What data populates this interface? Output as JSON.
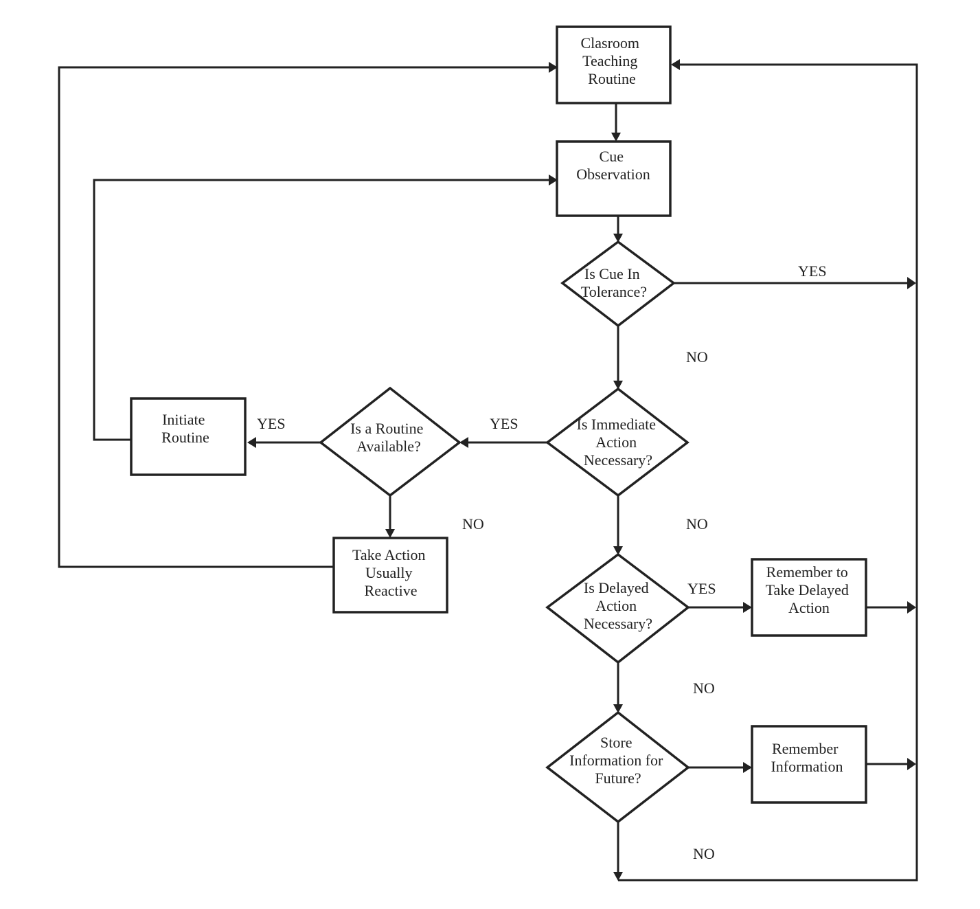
{
  "nodes": {
    "classroom_teaching_routine": {
      "lines": [
        "Clasroom",
        "Teaching",
        "Routine"
      ]
    },
    "cue_observation": {
      "lines": [
        "Cue",
        "Observation"
      ]
    },
    "is_cue_in_tolerance": {
      "lines": [
        "Is Cue In",
        "Tolerance?"
      ]
    },
    "is_immediate_action_necessary": {
      "lines": [
        "Is Immediate",
        "Action",
        "Necessary?"
      ]
    },
    "is_routine_available": {
      "lines": [
        "Is a Routine",
        "Available?"
      ]
    },
    "initiate_routine": {
      "lines": [
        "Initiate",
        "Routine"
      ]
    },
    "take_action_usually_reactive": {
      "lines": [
        "Take Action",
        "Usually",
        "Reactive"
      ]
    },
    "is_delayed_action_necessary": {
      "lines": [
        "Is Delayed",
        "Action",
        "Necessary?"
      ]
    },
    "remember_to_take_delayed_action": {
      "lines": [
        "Remember to",
        "Take Delayed",
        "Action"
      ]
    },
    "store_information_for_future": {
      "lines": [
        "Store",
        "Information for",
        "Future?"
      ]
    },
    "remember_information": {
      "lines": [
        "Remember",
        "Information"
      ]
    }
  },
  "edge_labels": {
    "tolerance_yes": "YES",
    "tolerance_no": "NO",
    "immediate_yes": "YES",
    "immediate_no": "NO",
    "routine_yes": "YES",
    "routine_no": "NO",
    "delayed_yes": "YES",
    "delayed_no": "NO",
    "store_no": "NO"
  }
}
